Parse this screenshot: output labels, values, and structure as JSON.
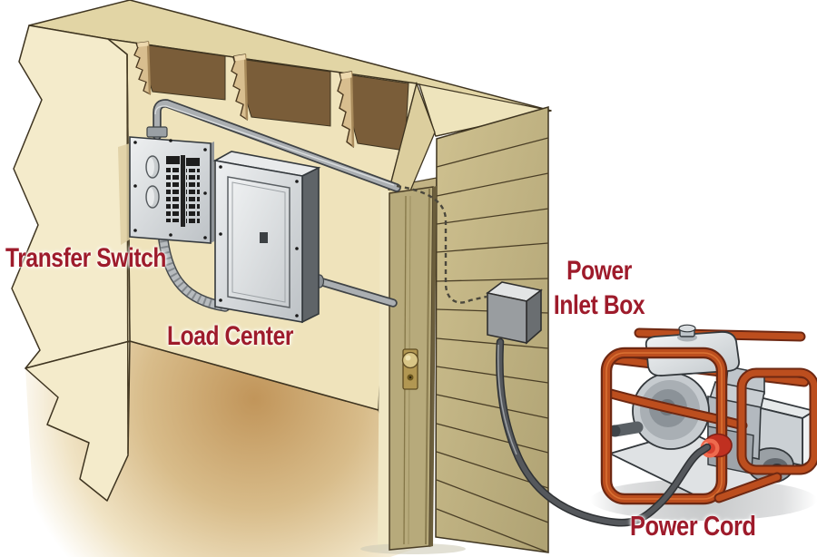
{
  "diagram": {
    "background_color": "#FFFFFF",
    "label_color": "#9E1B2B",
    "labels": {
      "transfer_switch": "Transfer Switch",
      "load_center": "Load Center",
      "power_inlet_box_line1": "Power",
      "power_inlet_box_line2": "Inlet Box",
      "power_cord": "Power Cord"
    },
    "palette": {
      "wall_interior": "#EFE3BB",
      "wall_cut_face": "#F4EBCB",
      "roof": "#E2D5A5",
      "attic_opening": "#7A5D39",
      "rafter_wood": "#D8BE8F",
      "siding": "#C4B584",
      "door": "#B7AA7B",
      "panel_metal": "#D9DCDE",
      "conduit": "#ABAFB2",
      "inlet_box": "#999DA0",
      "generator_frame": "#BC4E1E",
      "generator_body": "#D6DADD",
      "plug_red": "#E8402C",
      "power_cord": "#4B4E52",
      "floor_shadow": "#C59A5E"
    }
  }
}
